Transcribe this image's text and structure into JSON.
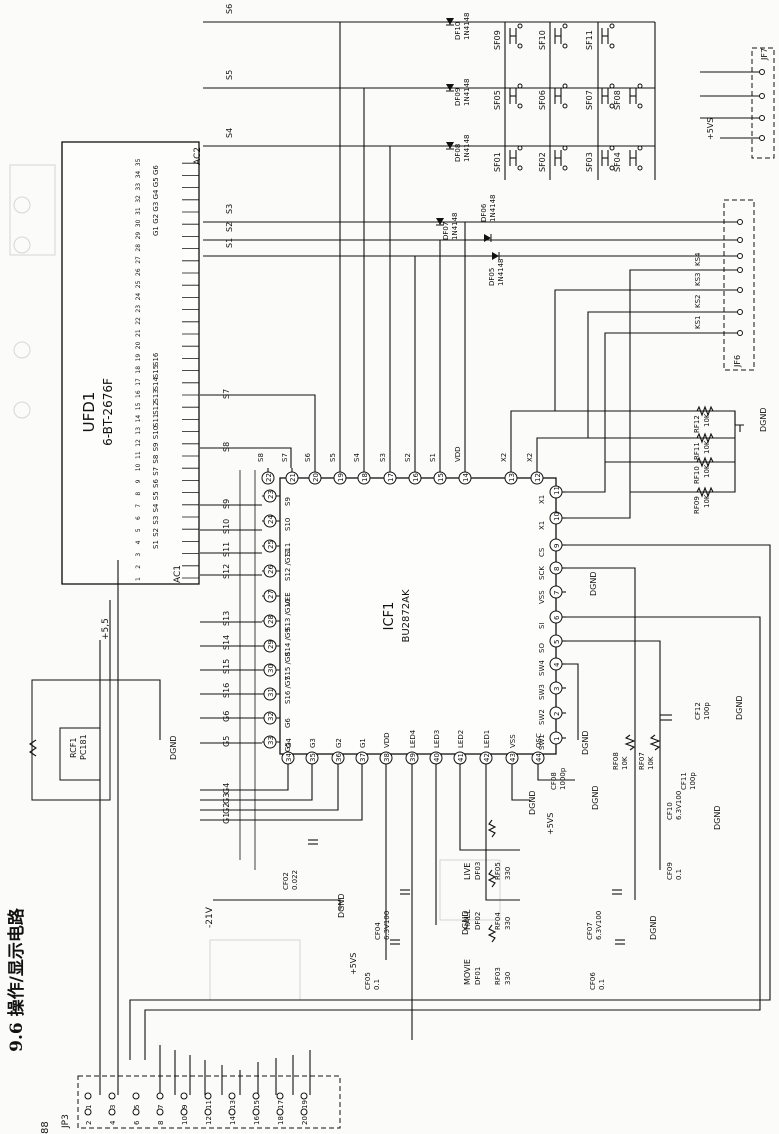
{
  "section_title": "9.6 操作/显示电路",
  "page_number": "88",
  "display": {
    "ref": "UFD1",
    "part": "6-BT-2676F",
    "ac1": "AC1",
    "ac2": "AC2"
  },
  "ic": {
    "ref": "ICF1",
    "part": "BU2872AK",
    "top_pins": [
      {
        "label": "S8",
        "num": "22"
      },
      {
        "label": "S7",
        "num": "21"
      },
      {
        "label": "S6",
        "num": "20"
      },
      {
        "label": "S5",
        "num": "19"
      },
      {
        "label": "S4",
        "num": "18"
      },
      {
        "label": "S3",
        "num": "17"
      },
      {
        "label": "S2",
        "num": "16"
      },
      {
        "label": "S1",
        "num": "15"
      },
      {
        "label": "VDD",
        "num": "14"
      },
      {
        "label": "X2",
        "num": "13"
      },
      {
        "label": "X2",
        "num": "12"
      }
    ],
    "right_pins": [
      {
        "label": "X1",
        "num": "11"
      },
      {
        "label": "X1",
        "num": "10"
      },
      {
        "label": "CS",
        "num": "9"
      },
      {
        "label": "SCK",
        "num": "8"
      },
      {
        "label": "VSS",
        "num": "7"
      },
      {
        "label": "SI",
        "num": "6"
      },
      {
        "label": "SO",
        "num": "5"
      },
      {
        "label": "SW4",
        "num": "4"
      },
      {
        "label": "SW3",
        "num": "3"
      },
      {
        "label": "SW2",
        "num": "2"
      },
      {
        "label": "SW1",
        "num": "1"
      }
    ],
    "left_pins": [
      {
        "label": "S9",
        "num": "23"
      },
      {
        "label": "S10",
        "num": "24"
      },
      {
        "label": "S11",
        "num": "25"
      },
      {
        "label": "S12 /G11",
        "num": "26"
      },
      {
        "label": "VEE",
        "num": "27"
      },
      {
        "label": "S13 /G10",
        "num": "28"
      },
      {
        "label": "S14 /G9",
        "num": "29"
      },
      {
        "label": "S15 /G8",
        "num": "30"
      },
      {
        "label": "S16 /G7",
        "num": "31"
      },
      {
        "label": "G6",
        "num": "32"
      },
      {
        "label": "G5",
        "num": "33"
      }
    ],
    "bottom_pins": [
      {
        "label": "G4",
        "num": "34"
      },
      {
        "label": "G3",
        "num": "35"
      },
      {
        "label": "G2",
        "num": "36"
      },
      {
        "label": "G1",
        "num": "37"
      },
      {
        "label": "VDD",
        "num": "38"
      },
      {
        "label": "LED4",
        "num": "39"
      },
      {
        "label": "LED3",
        "num": "40"
      },
      {
        "label": "LED2",
        "num": "41"
      },
      {
        "label": "LED1",
        "num": "42"
      },
      {
        "label": "VSS",
        "num": "43"
      },
      {
        "label": "OSC",
        "num": "44"
      }
    ]
  },
  "display_pin_numbers": [
    "1",
    "2",
    "3",
    "4",
    "5",
    "6",
    "7",
    "8",
    "9",
    "10",
    "11",
    "12",
    "13",
    "14",
    "15",
    "16",
    "17",
    "18",
    "19",
    "20",
    "21",
    "22",
    "23",
    "24",
    "25",
    "26",
    "27",
    "28",
    "29",
    "30",
    "31",
    "32",
    "33",
    "34",
    "35"
  ],
  "display_left_nets": [
    "S1",
    "S2",
    "S3",
    "S4",
    "S5",
    "S6",
    "S7",
    "S8",
    "S9",
    "S10",
    "S11",
    "S12",
    "S13",
    "S14",
    "S15",
    "S16"
  ],
  "display_grid_nets": [
    "G1",
    "G2",
    "G3",
    "G4",
    "G5",
    "G6"
  ],
  "left_column_nets": [
    "S7",
    "S8",
    "S9",
    "S10",
    "S11",
    "S12",
    "S13",
    "S14",
    "S15",
    "S16",
    "G6",
    "G5",
    "G4",
    "G3",
    "G2",
    "G1"
  ],
  "top_nets": [
    "S6",
    "S5",
    "S4",
    "S3",
    "S2",
    "S1"
  ],
  "switches": {
    "row1": [
      "SF09",
      "SF10",
      "SF11"
    ],
    "row2": [
      "SF05",
      "SF06",
      "SF07",
      "SF08"
    ],
    "row3": [
      "SF01",
      "SF02",
      "SF03",
      "SF04"
    ]
  },
  "diodes": [
    {
      "ref": "DF10",
      "part": "1N4148"
    },
    {
      "ref": "DF09",
      "part": "1N4148"
    },
    {
      "ref": "DF08",
      "part": "1N4148"
    },
    {
      "ref": "DF07",
      "part": "1N4148"
    },
    {
      "ref": "DF06",
      "part": "1N4148"
    },
    {
      "ref": "DF05",
      "part": "1N4148"
    }
  ],
  "connector_jf6": {
    "ref": "JF6",
    "nets": [
      "KS4",
      "KS3",
      "KS2",
      "KS1"
    ]
  },
  "connector_jf7": {
    "ref": "JF7",
    "supply": "+5VS"
  },
  "resistors_key": [
    {
      "ref": "RF12",
      "value": "10K"
    },
    {
      "ref": "RF11",
      "value": "10K"
    },
    {
      "ref": "RF10",
      "value": "10K"
    },
    {
      "ref": "RF09",
      "value": "10K"
    }
  ],
  "osc_parts": [
    {
      "ref": "RF08",
      "value": "10K"
    },
    {
      "ref": "RF07",
      "value": "10K"
    },
    {
      "ref": "CF11",
      "value": "100p"
    },
    {
      "ref": "CF12",
      "value": "100p"
    },
    {
      "ref": "CF10",
      "value": "6.3V100"
    },
    {
      "ref": "CF09",
      "value": "0.1"
    },
    {
      "ref": "CF08",
      "value": "1000p"
    }
  ],
  "leds": [
    {
      "label": "LIVE",
      "ref": "DF03",
      "res": "RF05",
      "value": "330"
    },
    {
      "label": "HALL",
      "ref": "DF02",
      "res": "RF04",
      "value": "330"
    },
    {
      "label": "MOVIE",
      "ref": "DF01",
      "res": "RF03",
      "value": "330"
    }
  ],
  "caps_bottom": [
    {
      "ref": "CF02",
      "value": "0.022"
    },
    {
      "ref": "CF04",
      "value": "6.3V100"
    },
    {
      "ref": "CF05",
      "value": "0.1"
    },
    {
      "ref": "CF07",
      "value": "6.3V100"
    },
    {
      "ref": "CF06",
      "value": "0.1"
    }
  ],
  "rc_ir": {
    "ref": "RCF1",
    "part": "PC181"
  },
  "supplies": {
    "neg": "-21V",
    "pos": "+5,5",
    "vs": "+5VS",
    "gnd": "DGND"
  },
  "connector_jp3": {
    "ref": "JP3",
    "pins": [
      "1",
      "2",
      "3",
      "4",
      "5",
      "6",
      "7",
      "8",
      "9",
      "10",
      "11",
      "12",
      "13",
      "14",
      "15",
      "16",
      "17",
      "18",
      "19",
      "20"
    ]
  }
}
